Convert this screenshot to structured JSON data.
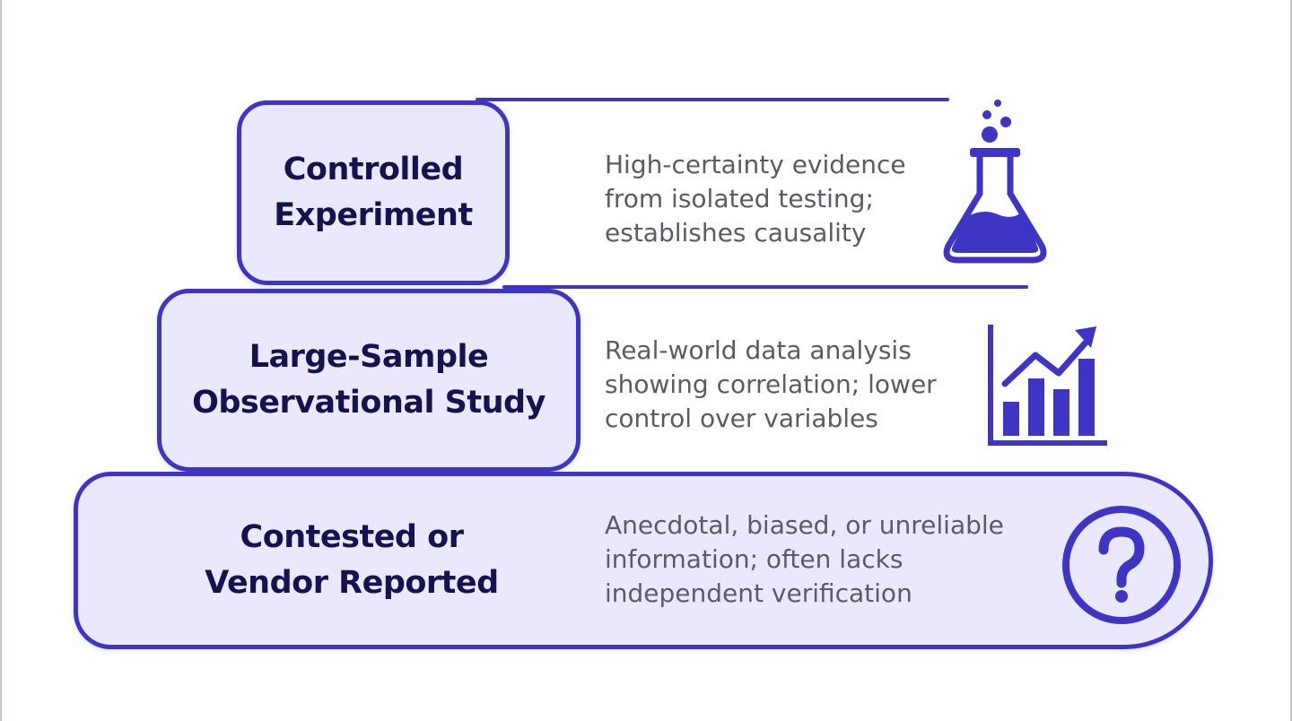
{
  "tiers": [
    {
      "title_line1": "Controlled",
      "title_line2": "Experiment",
      "description_lines": [
        "High-certainty evidence",
        "from isolated testing;",
        "establishes causality"
      ],
      "icon": "flask-icon"
    },
    {
      "title_line1": "Large-Sample",
      "title_line2": "Observational Study",
      "description_lines": [
        "Real-world data analysis",
        "showing correlation; lower",
        "control over variables"
      ],
      "icon": "bar-chart-trend-icon"
    },
    {
      "title_line1": "Contested or",
      "title_line2": "Vendor Reported",
      "description_lines": [
        "Anecdotal, biased, or unreliable",
        "information; often lacks",
        "independent verification"
      ],
      "icon": "question-circle-icon"
    }
  ],
  "colors": {
    "accent": "#3f35c4",
    "box_fill": "#e9e8fd",
    "title_text": "#15134f",
    "description_text": "#5b5b66"
  }
}
